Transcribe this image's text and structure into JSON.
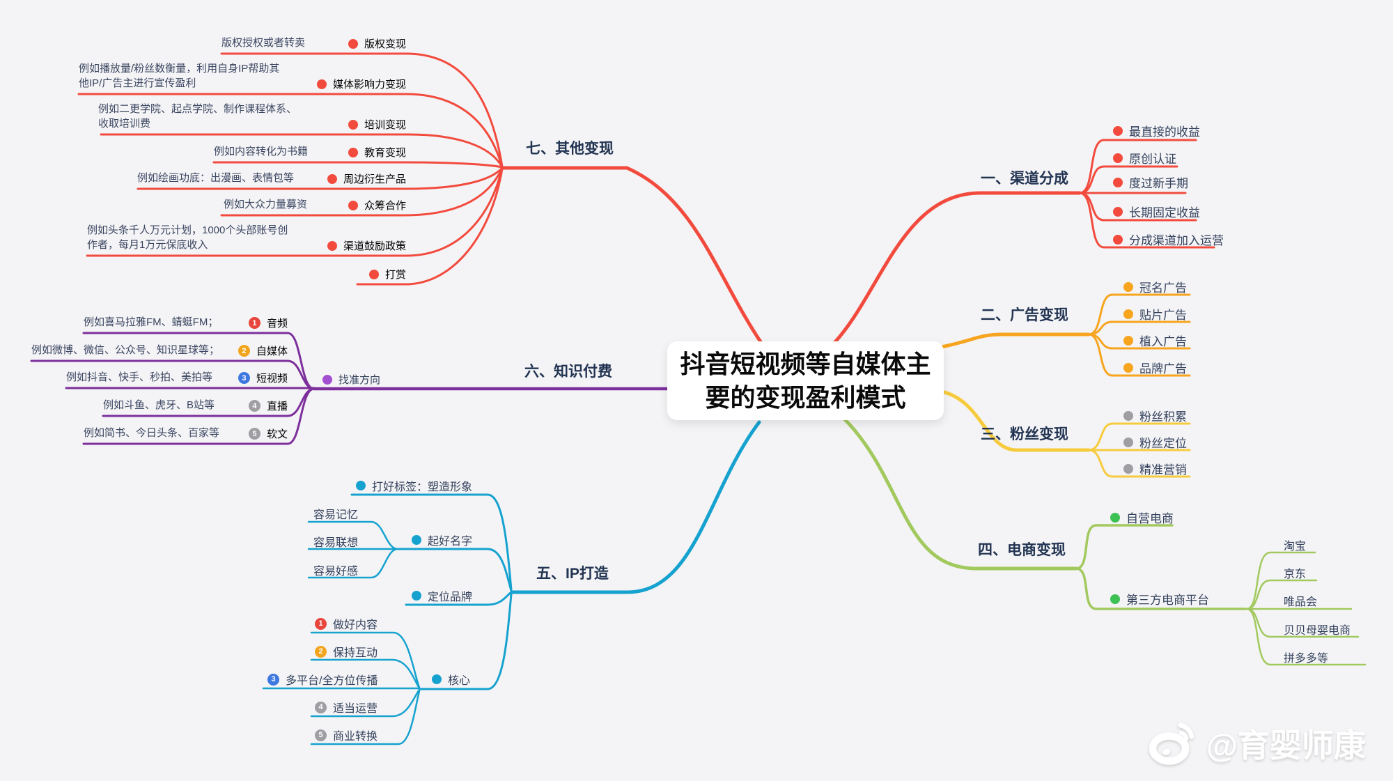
{
  "title": {
    "line1": "抖音短视频等自媒体主",
    "line2": "要的变现盈利模式"
  },
  "watermark": {
    "handle": "@育婴师康",
    "icon": "weibo-icon"
  },
  "colors": {
    "red": "#f24b3e",
    "orange": "#f7a41f",
    "yellow": "#f6cb3e",
    "green": "#a2c95e",
    "green_bullet": "#3ec154",
    "purple": "#7d2f9c",
    "purple_bullet": "#a24fd2",
    "cyan": "#16a2cf",
    "gray": "#9e9ea3",
    "text": "#33415c",
    "background": "#f4f4f6"
  },
  "branch_channel": {
    "label": "一、渠道分成",
    "items": [
      "最直接的收益",
      "原创认证",
      "度过新手期",
      "长期固定收益",
      "分成渠道加入运营"
    ]
  },
  "branch_ads": {
    "label": "二、广告变现",
    "items": [
      "冠名广告",
      "贴片广告",
      "植入广告",
      "品牌广告"
    ]
  },
  "branch_fans": {
    "label": "三、粉丝变现",
    "items": [
      "粉丝积累",
      "粉丝定位",
      "精准营销"
    ]
  },
  "branch_ecom": {
    "label": "四、电商变现",
    "self_run": "自营电商",
    "third_party": "第三方电商平台",
    "platforms": [
      "淘宝",
      "京东",
      "唯品会",
      "贝贝母婴电商",
      "拼多多等"
    ]
  },
  "branch_ip": {
    "label": "五、IP打造",
    "tag": "打好标签：塑造形象",
    "naming": "起好名字",
    "naming_reasons": [
      "容易记忆",
      "容易联想",
      "容易好感"
    ],
    "branding": "定位品牌",
    "core": "核心",
    "core_steps": [
      {
        "num": "1",
        "label": "做好内容"
      },
      {
        "num": "2",
        "label": "保持互动"
      },
      {
        "num": "3",
        "label": "多平台/全方位传播"
      },
      {
        "num": "4",
        "label": "适当运营"
      },
      {
        "num": "5",
        "label": "商业转换"
      }
    ]
  },
  "branch_knowledge": {
    "label": "六、知识付费",
    "direction": "找准方向",
    "channels": [
      {
        "num": "1",
        "label": "音频",
        "example": "例如喜马拉雅FM、蜻蜓FM；"
      },
      {
        "num": "2",
        "label": "自媒体",
        "example": "例如微博、微信、公众号、知识星球等；"
      },
      {
        "num": "3",
        "label": "短视频",
        "example": "例如抖音、快手、秒拍、美拍等"
      },
      {
        "num": "4",
        "label": "直播",
        "example": "例如斗鱼、虎牙、B站等"
      },
      {
        "num": "5",
        "label": "软文",
        "example": "例如简书、今日头条、百家等"
      }
    ]
  },
  "branch_other": {
    "label": "七、其他变现",
    "items": [
      {
        "label": "版权变现",
        "example": "版权授权或者转卖"
      },
      {
        "label": "媒体影响力变现",
        "example": "例如播放量/粉丝数衡量，利用自身IP帮助其他IP/广告主进行宣传盈利"
      },
      {
        "label": "培训变现",
        "example": "例如二更学院、起点学院、制作课程体系、收取培训费"
      },
      {
        "label": "教育变现",
        "example": "例如内容转化为书籍"
      },
      {
        "label": "周边衍生产品",
        "example": "例如绘画功底：出漫画、表情包等"
      },
      {
        "label": "众筹合作",
        "example": "例如大众力量募资"
      },
      {
        "label": "渠道鼓励政策",
        "example": "例如头条千人万元计划，1000个头部账号创作者，每月1万元保底收入"
      },
      {
        "label": "打赏",
        "example": ""
      }
    ]
  }
}
